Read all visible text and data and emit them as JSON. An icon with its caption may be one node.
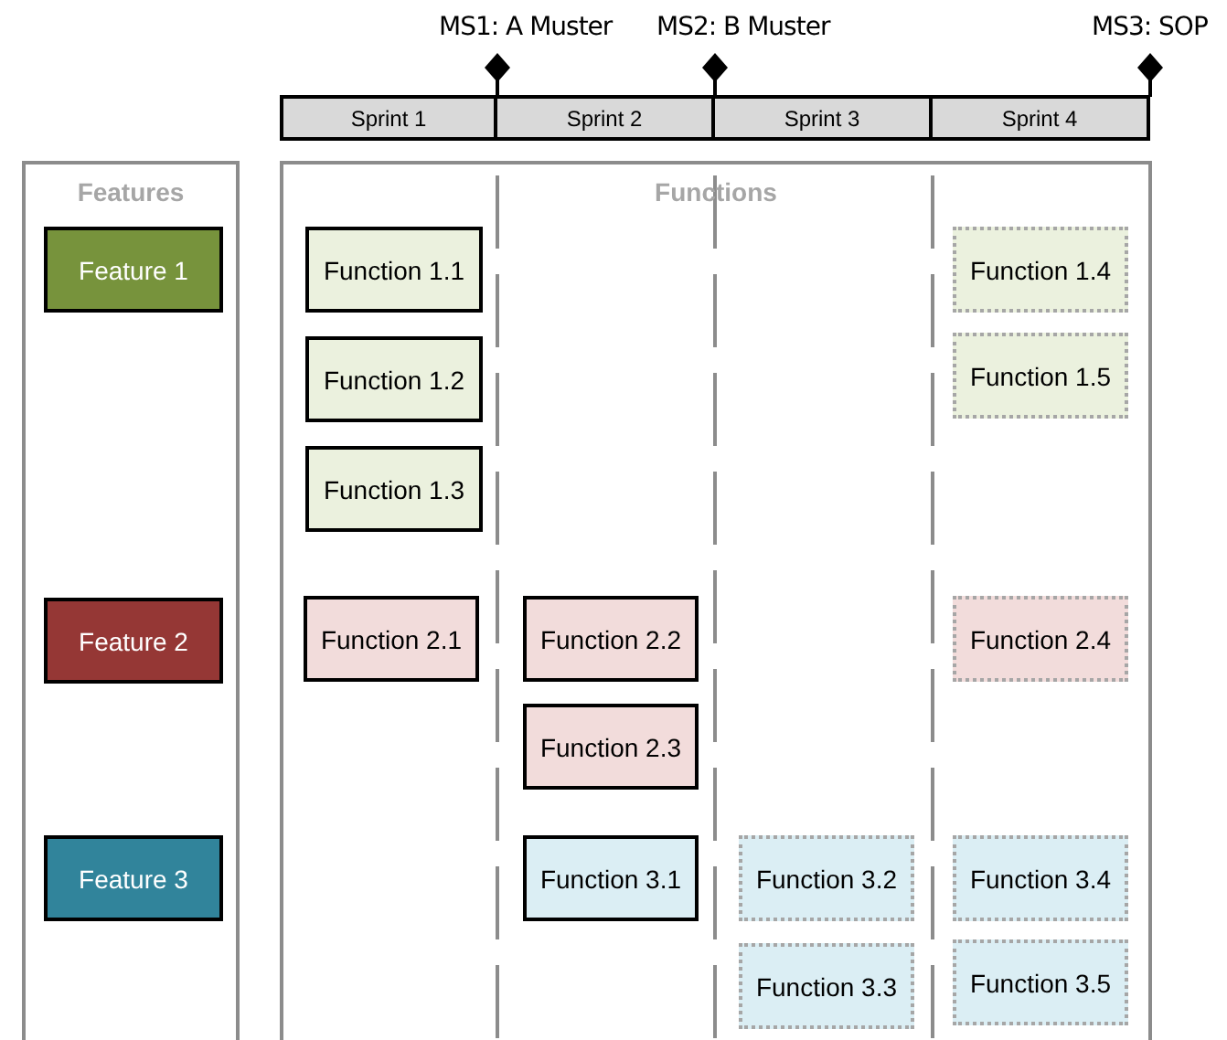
{
  "diagram": {
    "nodes": [
      {
        "text": [
          "MS1: A Muster"
        ]
      },
      {
        "text": [
          "MS2: B Muster"
        ]
      },
      {
        "text": [
          "MS3: SOP"
        ]
      },
      {
        "text": [
          "Sprint 1"
        ]
      },
      {
        "text": [
          "Sprint 2"
        ]
      },
      {
        "text": [
          "Sprint 3"
        ]
      },
      {
        "text": [
          "Sprint 4"
        ]
      },
      {
        "text": [
          "Features"
        ]
      },
      {
        "text": [
          "Feature 1"
        ],
        "in": 7
      },
      {
        "text": [
          "Feature 2"
        ],
        "in": 7
      },
      {
        "text": [
          "Feature 3"
        ],
        "in": 7
      },
      {
        "text": [
          "Functions"
        ]
      },
      {
        "text": [
          "Function 1.1"
        ],
        "in": 11
      },
      {
        "text": [
          "Function 1.4"
        ],
        "in": 11
      },
      {
        "text": [
          "Function 1.2"
        ],
        "in": 11
      },
      {
        "text": [
          "Function 1.5"
        ],
        "in": 11
      },
      {
        "text": [
          "Function 1.3"
        ],
        "in": 11
      },
      {
        "text": [
          "Function 2.1"
        ],
        "in": 11
      },
      {
        "text": [
          "Function 2.2"
        ],
        "in": 11
      },
      {
        "text": [
          "Function 2.4"
        ],
        "in": 11
      },
      {
        "text": [
          "Function 2.3"
        ],
        "in": 11
      },
      {
        "text": [
          "Function 3.1"
        ],
        "in": 11
      },
      {
        "text": [
          "Function 3.2"
        ],
        "in": 11
      },
      {
        "text": [
          "Function 3.4"
        ],
        "in": 11
      },
      {
        "text": [
          "Function 3.3"
        ],
        "in": 11
      },
      {
        "text": [
          "Function 3.5"
        ],
        "in": 11
      }
    ]
  }
}
